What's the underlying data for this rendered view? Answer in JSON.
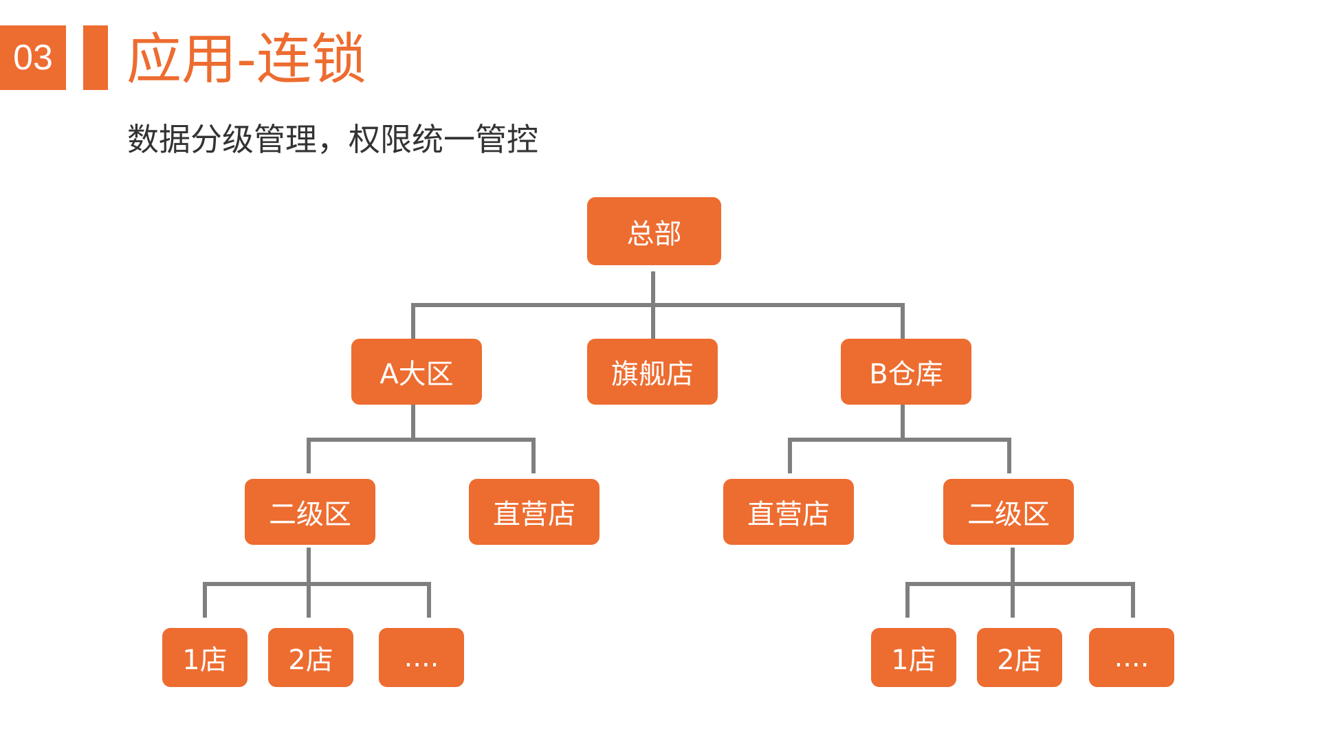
{
  "header": {
    "section_number": "03",
    "title": "应用-连锁",
    "subtitle": "数据分级管理，权限统一管控"
  },
  "colors": {
    "accent": "#ED6C30",
    "connector": "#7F7F7F",
    "subtitle_text": "#333333"
  },
  "tree": {
    "root": "总部",
    "level1": {
      "region_a": "A大区",
      "flagship": "旗舰店",
      "warehouse_b": "B仓库"
    },
    "level2": {
      "a_sub_region": "二级区",
      "a_direct_store": "直营店",
      "b_direct_store": "直营店",
      "b_sub_region": "二级区"
    },
    "level3": {
      "a_store_1": "1店",
      "a_store_2": "2店",
      "a_more": "....",
      "b_store_1": "1店",
      "b_store_2": "2店",
      "b_more": "...."
    }
  }
}
